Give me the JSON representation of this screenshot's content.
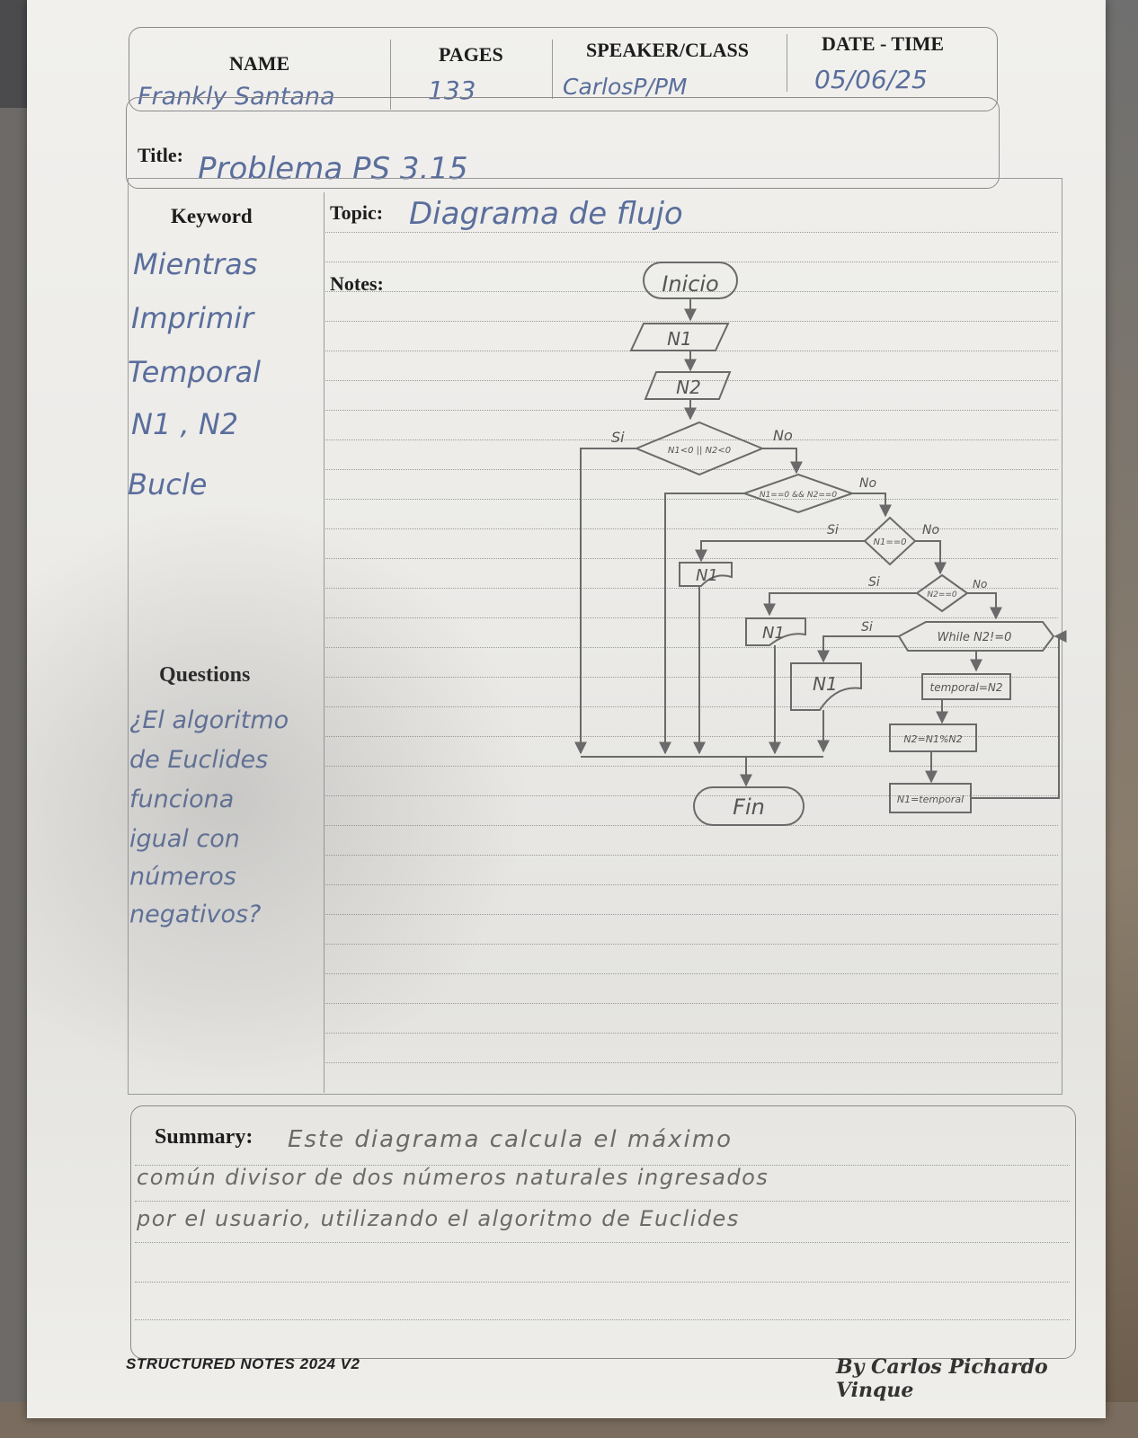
{
  "header": {
    "name_label": "NAME",
    "pages_label": "PAGES",
    "speaker_label": "SPEAKER/CLASS",
    "date_label": "DATE - TIME",
    "name_value": "Frankly Santana",
    "pages_value": "133",
    "speaker_value": "CarlosP/PM",
    "date_value": "05/06/25"
  },
  "title": {
    "label": "Title:",
    "value": "Problema PS 3.15"
  },
  "keyword": {
    "label": "Keyword",
    "items": [
      "Mientras",
      "Imprimir",
      "Temporal",
      "N1 , N2",
      "Bucle"
    ]
  },
  "topic": {
    "label": "Topic:",
    "value": "Diagrama de flujo"
  },
  "notes": {
    "label": "Notes:"
  },
  "questions": {
    "label": "Questions",
    "lines": [
      "¿El algoritmo",
      "de Euclides",
      "funciona",
      "igual con",
      "números",
      "negativos?"
    ]
  },
  "flowchart": {
    "start": "Inicio",
    "input1": "N1",
    "input2": "N2",
    "decision1": "N1<0 || N2<0",
    "decision2": "N1==0 && N2==0",
    "decision3": "N1==0",
    "decision4": "N2==0",
    "loop": "While N2!=0",
    "out_a": "N1",
    "out_b": "N1",
    "out_c": "N1",
    "step_temp": "temporal=N2",
    "step_mod": "N2=N1%N2",
    "step_assign": "N1=temporal",
    "end": "Fin",
    "yes": "Si",
    "no": "No"
  },
  "summary": {
    "label": "Summary:",
    "lines": [
      "Este diagrama calcula el máximo",
      "común divisor de dos números naturales ingresados",
      "por el usuario, utilizando el algoritmo de Euclides"
    ]
  },
  "footer": {
    "left": "STRUCTURED NOTES 2024 V2",
    "right": "By Carlos Pichardo Vinque"
  },
  "colors": {
    "paper": "#eeede9",
    "ink_blue": "#5a6e9c",
    "pencil": "#6a6a6a",
    "rule": "#9a9a9a"
  }
}
